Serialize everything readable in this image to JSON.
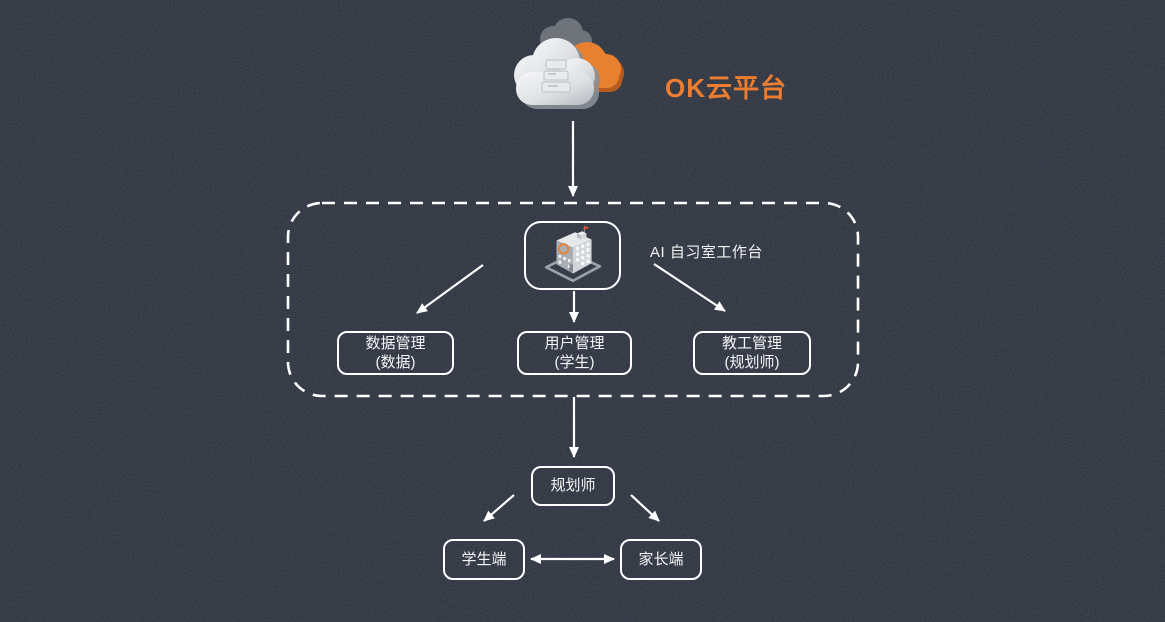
{
  "title": "OK云平台",
  "workbench": {
    "label": "AI 自习室工作台"
  },
  "modules": [
    {
      "line1": "数据管理",
      "line2": "(数据)"
    },
    {
      "line1": "用户管理",
      "line2": "(学生)"
    },
    {
      "line1": "教工管理",
      "line2": "(规划师)"
    }
  ],
  "roles": {
    "planner": "规划师",
    "student": "学生端",
    "parent": "家长端"
  },
  "icons": {
    "cloud": "cloud-platform-icon",
    "building": "school-building-icon"
  },
  "colors": {
    "background": "#262b35",
    "accent_orange": "#ed7d31",
    "cloud_orange": "#e8812f",
    "line_white": "#ffffff"
  },
  "edges": [
    {
      "from": "OK云平台",
      "to": "AI 自习室工作台",
      "type": "arrow"
    },
    {
      "from": "AI 自习室工作台",
      "to": "数据管理(数据)",
      "type": "arrow"
    },
    {
      "from": "AI 自习室工作台",
      "to": "用户管理(学生)",
      "type": "arrow"
    },
    {
      "from": "AI 自习室工作台",
      "to": "教工管理(规划师)",
      "type": "arrow"
    },
    {
      "from": "AI 自习室工作台",
      "to": "规划师",
      "type": "arrow"
    },
    {
      "from": "规划师",
      "to": "学生端",
      "type": "arrow"
    },
    {
      "from": "规划师",
      "to": "家长端",
      "type": "arrow"
    },
    {
      "from": "学生端",
      "to": "家长端",
      "type": "double-arrow"
    }
  ]
}
